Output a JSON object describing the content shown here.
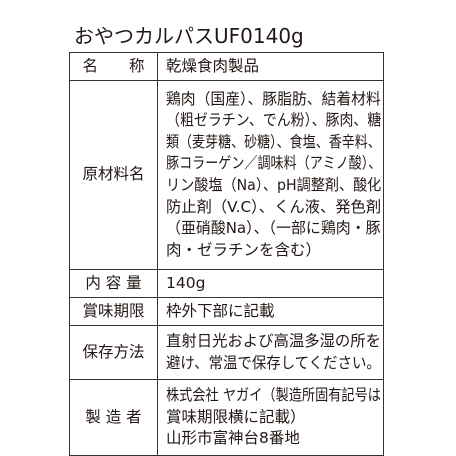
{
  "product_title": "おやつカルパスUF0140g",
  "rows": {
    "name": {
      "label": "名　　称",
      "value": [
        "乾燥食肉製品"
      ]
    },
    "ingredients": {
      "label": "原材料名",
      "value": [
        "鶏肉（国産）、豚脂肪、結着材料",
        "（粗ゼラチン、でん粉）、豚肉、糖",
        "類（麦芽糖、砂糖）、食塩、香辛料、",
        "豚コラーゲン／調味料（アミノ酸）、",
        "リン酸塩（Na）、pH調整剤、酸化",
        "防止剤（V.C）、くん液、発色剤",
        "（亜硝酸Na）、（一部に鶏肉・豚",
        "肉・ゼラチンを含む）"
      ]
    },
    "content": {
      "label": "内 容 量",
      "value": [
        "140g"
      ]
    },
    "best_before": {
      "label": "賞味期限",
      "value": [
        "枠外下部に記載"
      ]
    },
    "storage": {
      "label": "保存方法",
      "value": [
        "直射日光および高温多湿の所を",
        "避け、常温で保存してください。"
      ]
    },
    "manufacturer": {
      "label": "製 造 者",
      "value": [
        "株式会社 ヤガイ（製造所固有記号は",
        "賞味期限横に記載）",
        "山形市富神台8番地"
      ]
    }
  }
}
